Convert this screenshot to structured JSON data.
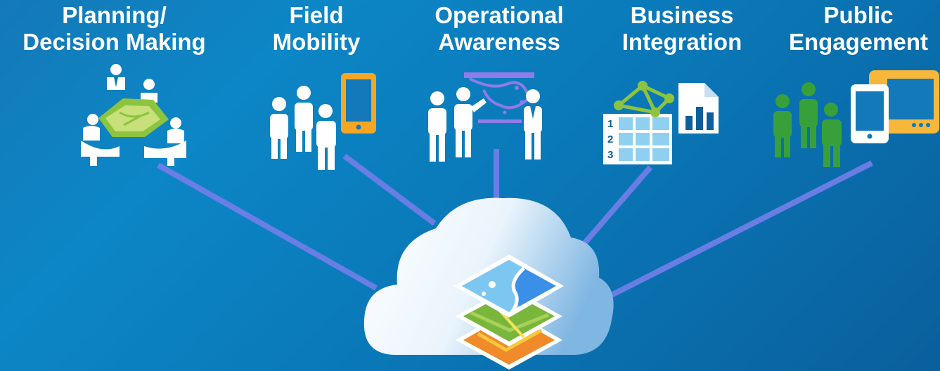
{
  "nodes": [
    {
      "id": "planning",
      "line1": "Planning/",
      "line2": "Decision Making",
      "icon": "meeting-table-icon"
    },
    {
      "id": "field",
      "line1": "Field",
      "line2": "Mobility",
      "icon": "mobile-workers-icon"
    },
    {
      "id": "operational",
      "line1": "Operational",
      "line2": "Awareness",
      "icon": "presentation-map-icon"
    },
    {
      "id": "business",
      "line1": "Business",
      "line2": "Integration",
      "icon": "data-integration-icon"
    },
    {
      "id": "public",
      "line1": "Public",
      "line2": "Engagement",
      "icon": "public-devices-icon"
    }
  ],
  "center": {
    "icon": "cloud-map-layers-icon"
  },
  "colors": {
    "connector": "#6f7fe8",
    "accent_orange": "#f6a623",
    "accent_green": "#37a03a",
    "lime": "#8cc43f",
    "white": "#ffffff"
  }
}
